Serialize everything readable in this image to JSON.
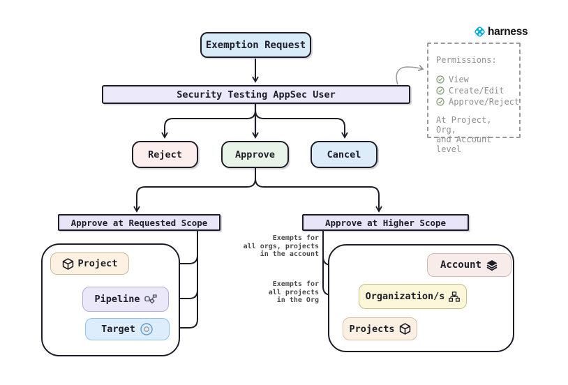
{
  "brand": {
    "name": "harness"
  },
  "nodes": {
    "exemption_request": "Exemption Request",
    "appsec_user": "Security Testing AppSec User",
    "reject": "Reject",
    "approve": "Approve",
    "cancel": "Cancel",
    "requested_scope": "Approve at Requested Scope",
    "higher_scope": "Approve at Higher Scope",
    "project": "Project",
    "pipeline": "Pipeline",
    "target": "Target",
    "account": "Account",
    "organizations": "Organization/s",
    "projects": "Projects"
  },
  "annotations": {
    "account_note": "Exempts for\nall orgs, projects\nin the account",
    "org_note": "Exempts for\nall projects\nin the Org"
  },
  "permissions": {
    "title": "Permissions:",
    "items": [
      "View",
      "Create/Edit",
      "Approve/Reject"
    ],
    "footer": "At Project, Org,\nand Account level"
  },
  "colors": {
    "brand_blue": "#00ade4",
    "node_blue": "#d7ebf8",
    "node_lavender": "#eceafa",
    "node_green": "#e9f4e9",
    "node_pink": "#fceeec",
    "node_cream": "#fdf2e2",
    "node_yellow": "#fbf7d8",
    "node_rose": "#f7ece9",
    "line_dark": "#1d1d28",
    "line_gray": "#8a8a8a",
    "check_green": "#7d9b6e",
    "target_ring_blue": "#5b9bd5"
  }
}
